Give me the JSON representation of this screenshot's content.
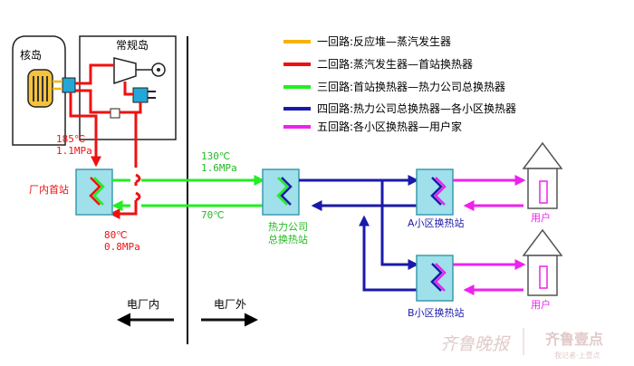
{
  "legend": [
    {
      "label": "一回路:反应堆—蒸汽发生器",
      "color": "#f5b400"
    },
    {
      "label": "二回路:蒸汽发生器—首站换热器",
      "color": "#ee1111"
    },
    {
      "label": "三回路:首站换热器—热力公司总换热器",
      "color": "#22ee22"
    },
    {
      "label": "四回路:热力公司总换热器—各小区换热器",
      "color": "#1a1aaa"
    },
    {
      "label": "五回路:各小区换热器—用户家",
      "color": "#ee22ee"
    }
  ],
  "plant": {
    "nuclear_island": "核岛",
    "conventional_island": "常规岛",
    "first_station": "厂内首站",
    "supply_temp": "185℃",
    "supply_pressure": "1.1MPa",
    "return_temp": "80℃",
    "return_pressure": "0.8MPa",
    "inside_label": "电厂内",
    "outside_label": "电厂外"
  },
  "loop3": {
    "supply_temp": "130℃",
    "supply_pressure": "1.6MPa",
    "return_temp": "70℃"
  },
  "company": {
    "line1": "热力公司",
    "line2": "总换热站"
  },
  "stations": {
    "a": "A小区换热站",
    "b": "B小区换热站"
  },
  "users": {
    "a": "用户",
    "b": "用户"
  },
  "watermark": {
    "brand": "齐鲁晚报",
    "logo": "齐鲁壹点",
    "slogan": "我记者·上壹点"
  },
  "colors": {
    "red": "#ee1111",
    "green": "#22ee22",
    "blue": "#1a1aaa",
    "magenta": "#ee22ee",
    "yellow": "#f5b400",
    "box": "#9fe0ea",
    "box_border": "#3a9bb0"
  }
}
